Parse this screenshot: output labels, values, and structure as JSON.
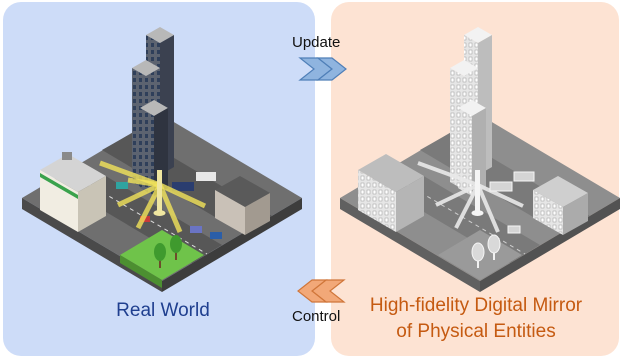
{
  "panels": {
    "left": {
      "label": "Real World",
      "color": "#cddcf8"
    },
    "right": {
      "label_line1": "High-fidelity Digital Mirror",
      "label_line2": "of Physical Entities",
      "color": "#fde3d3"
    }
  },
  "arrows": {
    "update": {
      "label": "Update",
      "direction": "right",
      "icon": "double-chevron-right-icon",
      "color": "#8fb4df"
    },
    "control": {
      "label": "Control",
      "direction": "left",
      "icon": "double-chevron-left-icon",
      "color": "#f2a878"
    }
  },
  "colors": {
    "label_blue": "#1f3f8f",
    "label_orange": "#c55a11",
    "signal_yellow": "#f3e45a"
  }
}
